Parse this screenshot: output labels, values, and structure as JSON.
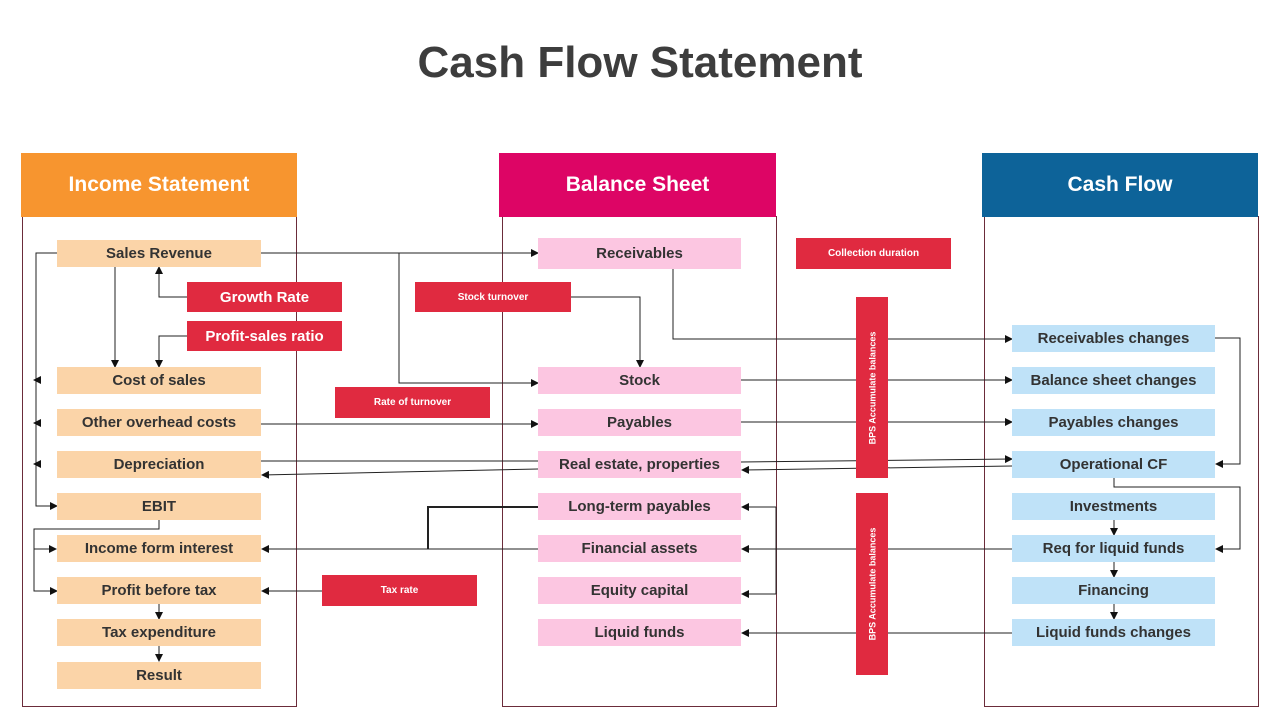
{
  "title": "Cash Flow Statement",
  "columns": {
    "income": {
      "header": "Income Statement",
      "color": "#f7952f",
      "items": [
        "Sales Revenue",
        "Cost of sales",
        "Other overhead costs",
        "Depreciation",
        "EBIT",
        "Income form interest",
        "Profit before tax",
        "Tax expenditure",
        "Result"
      ]
    },
    "balance": {
      "header": "Balance Sheet",
      "color": "#dd0565",
      "items": [
        "Receivables",
        "Stock",
        "Payables",
        "Real estate, properties",
        "Long-term payables",
        "Financial assets",
        "Equity capital",
        "Liquid funds"
      ]
    },
    "cashflow": {
      "header": "Cash Flow",
      "color": "#0d6399",
      "items": [
        "Receivables changes",
        "Balance sheet changes",
        "Payables changes",
        "Operational CF",
        "Investments",
        "Req for liquid funds",
        "Financing",
        "Liquid funds changes"
      ]
    }
  },
  "ratios": {
    "growth_rate": "Growth Rate",
    "profit_sales_ratio": "Profit-sales ratio",
    "stock_turnover": "Stock turnover",
    "rate_of_turnover": "Rate of turnover",
    "collection_duration": "Collection duration",
    "tax_rate": "Tax rate",
    "bps_top": "BPS Accumulate balances",
    "bps_bottom": "BPS Accumulate balances"
  },
  "colors": {
    "income_box": "#fbd4a8",
    "balance_box": "#fcc6e1",
    "cashflow_box": "#bfe2f8",
    "ratio": "#e02a40"
  }
}
